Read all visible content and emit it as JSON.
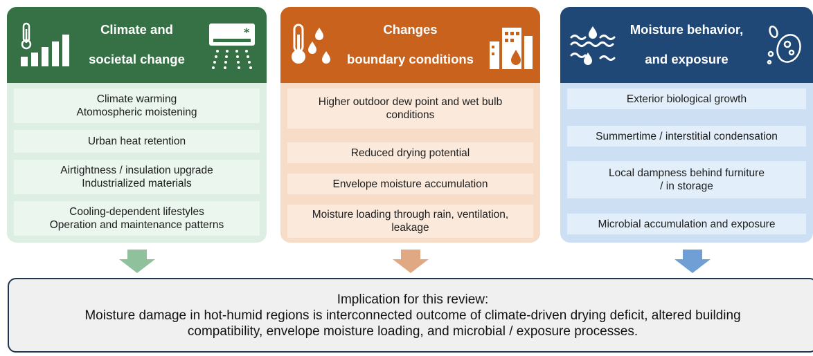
{
  "columns": [
    {
      "title_lines": [
        "Climate and",
        "societal change"
      ],
      "items": [
        [
          "Climate warming",
          "Atomospheric moistening"
        ],
        [
          "Urban heat retention"
        ],
        [
          "Airtightness / insulation upgrade",
          "Industrialized materials"
        ],
        [
          "Cooling-dependent lifestyles",
          "Operation and maintenance patterns"
        ]
      ],
      "icons": [
        "thermometer-bars-icon",
        "air-conditioner-icon"
      ],
      "colors": {
        "header": "#357144",
        "body": "#dcefe2",
        "arrow": "#8fc29c"
      }
    },
    {
      "title_lines": [
        "Changes",
        "boundary conditions"
      ],
      "items": [
        [
          "Higher outdoor dew point and wet bulb",
          "conditions"
        ],
        [
          "Reduced drying potential"
        ],
        [
          "Envelope moisture accumulation"
        ],
        [
          "Moisture loading through rain, ventilation,",
          "leakage"
        ]
      ],
      "icons": [
        "thermometer-droplets-icon",
        "building-rain-icon"
      ],
      "colors": {
        "header": "#c9621c",
        "body": "#f7dcc7",
        "arrow": "#e0a883"
      }
    },
    {
      "title_lines": [
        "Moisture behavior,",
        "and exposure"
      ],
      "items": [
        [
          "Exterior biological growth"
        ],
        [
          "Summertime / interstitial condensation"
        ],
        [
          "Local dampness behind furniture",
          "/ in storage"
        ],
        [
          "Microbial accumulation and exposure"
        ]
      ],
      "icons": [
        "water-waves-icon",
        "microbe-icon"
      ],
      "colors": {
        "header": "#1f4876",
        "body": "#cde0f3",
        "arrow": "#6f9fd4"
      }
    }
  ],
  "implication": {
    "heading": "Implication for this review:",
    "line1": "Moisture damage in hot-humid regions is interconnected outcome of climate-driven drying deficit, altered building",
    "line2": "compatibility, envelope moisture loading, and microbial / exposure processes."
  }
}
